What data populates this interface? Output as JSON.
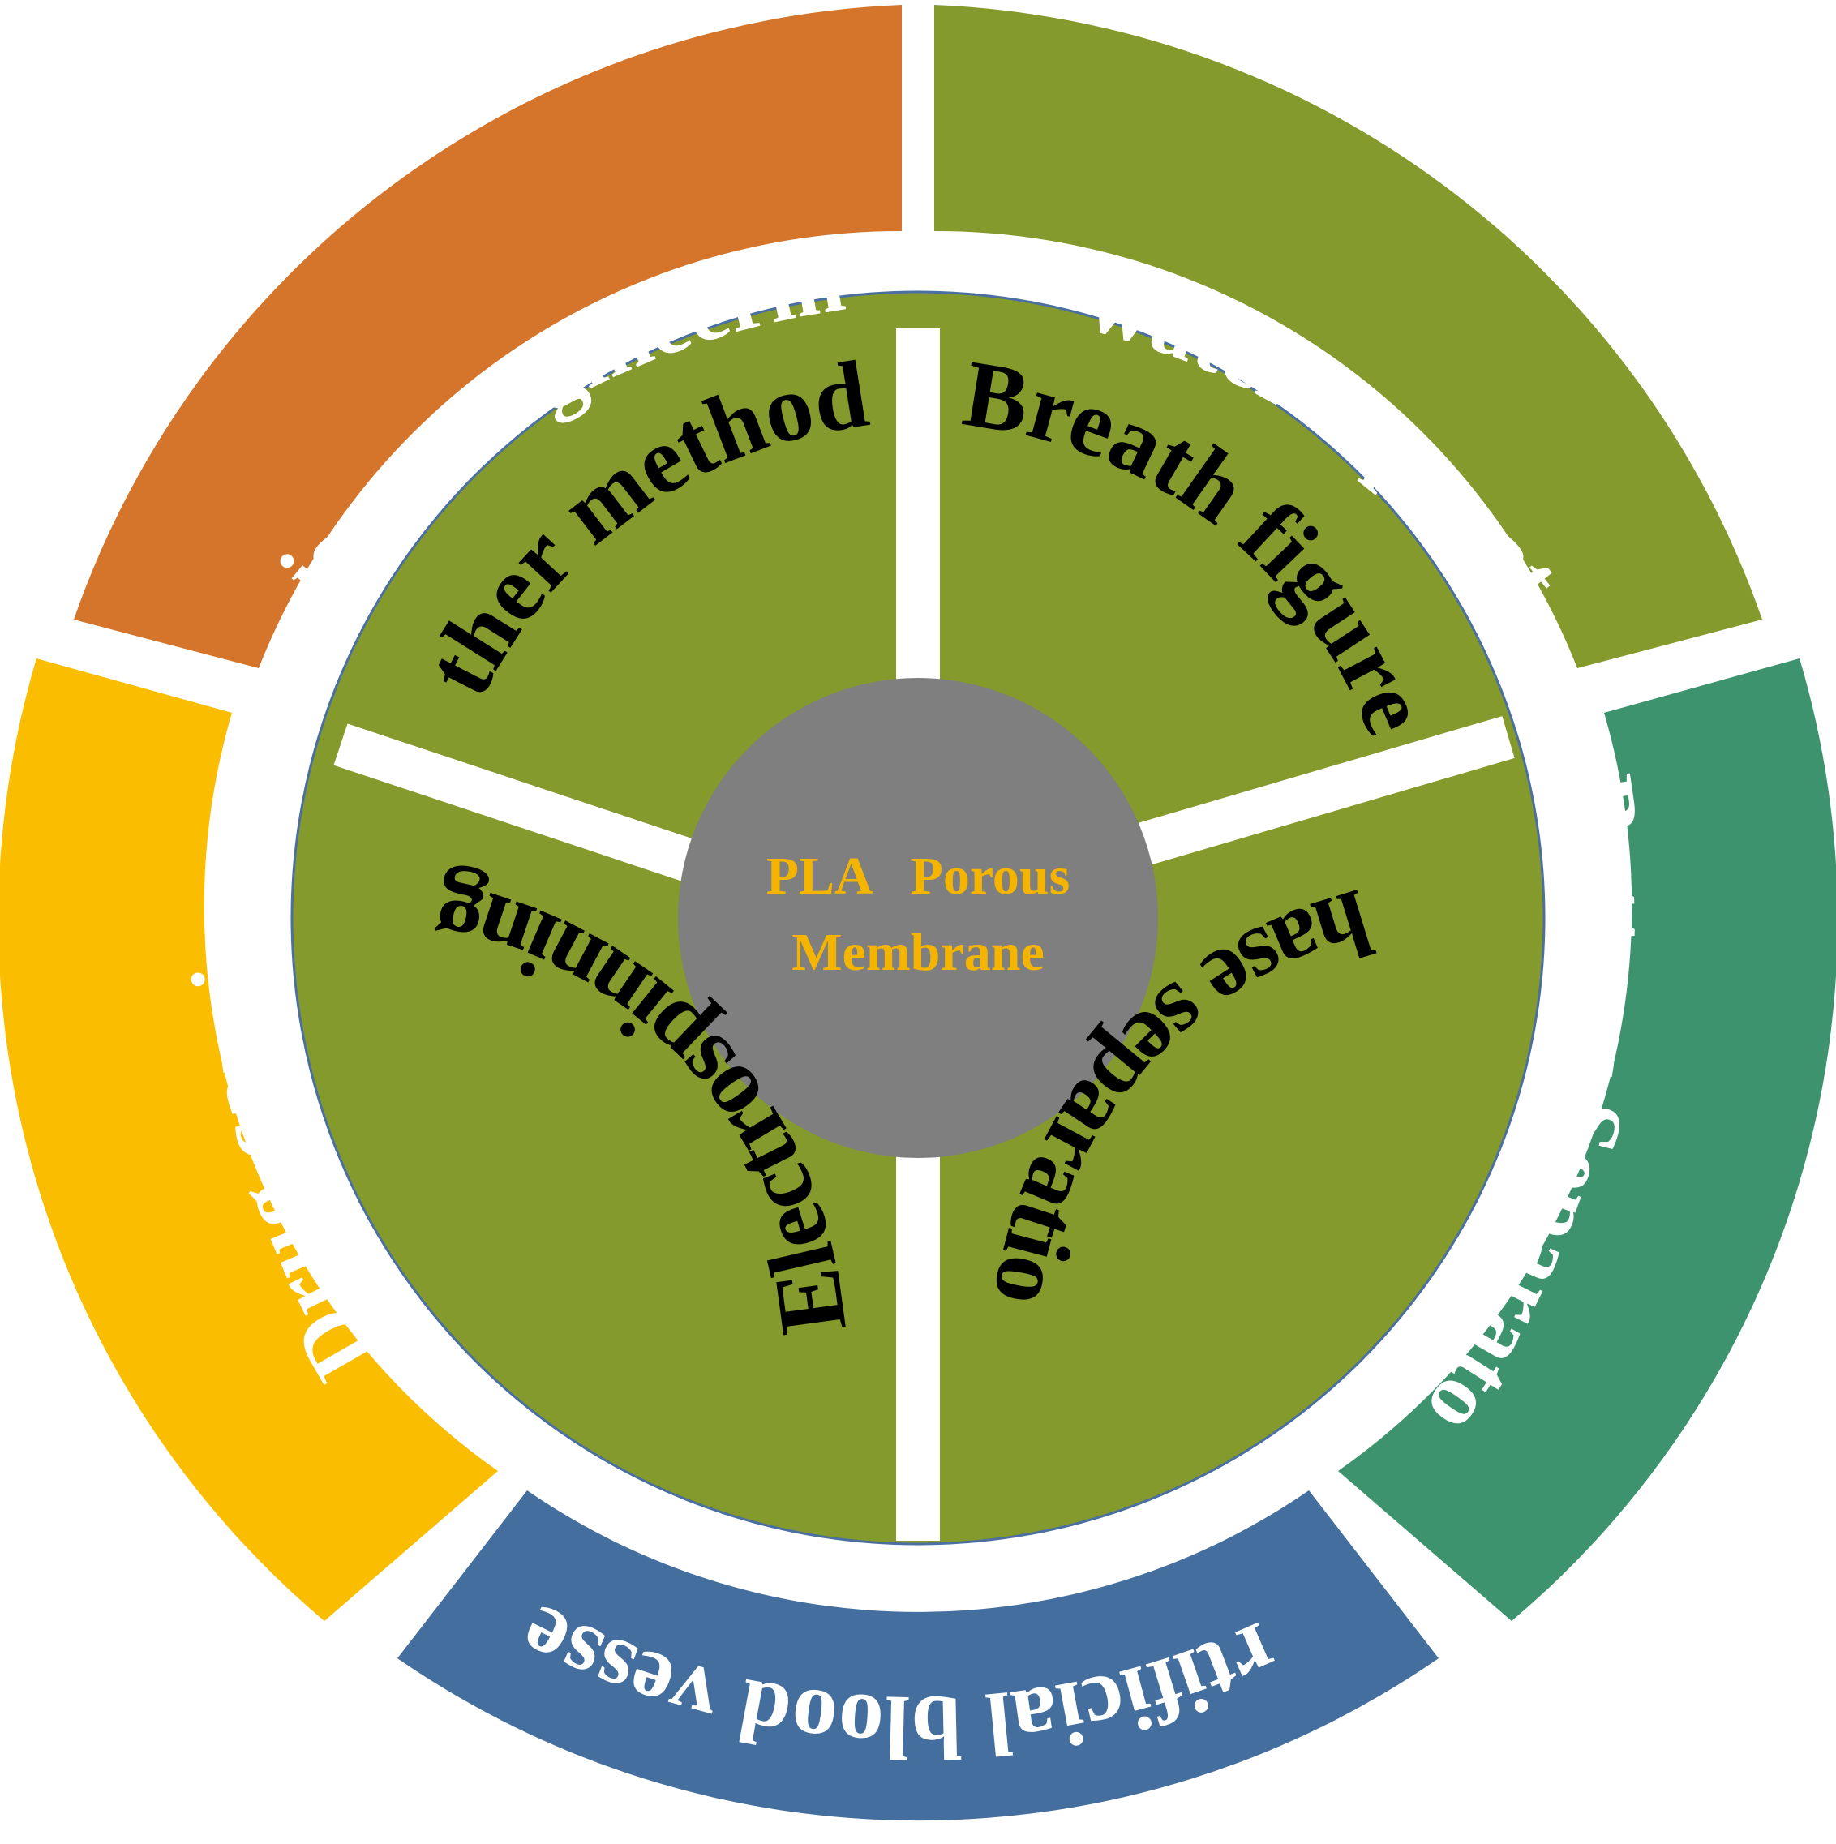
{
  "center": {
    "line1": "PLA   Porous",
    "line2": "Membrane",
    "fill": "#7f7f7f",
    "text_color": "#f5b400"
  },
  "methods": [
    {
      "label": "Other methods",
      "color": "#849a2c"
    },
    {
      "label": "Breath figure",
      "color": "#849a2c"
    },
    {
      "label": "Phase separation",
      "color": "#849a2c"
    },
    {
      "label": "Electrospinning",
      "color": "#849a2c"
    }
  ],
  "applications": [
    {
      "label": "Tissue engineering",
      "color": "#d4752b"
    },
    {
      "label": "Oil—water separation",
      "color": "#849a2c"
    },
    {
      "label": "Battery Separator",
      "color": "#3d936d"
    },
    {
      "label": "Artificial blood vessel",
      "color": "#436e9e"
    },
    {
      "label": "Drug carrier",
      "color": "#fbbd00"
    }
  ]
}
